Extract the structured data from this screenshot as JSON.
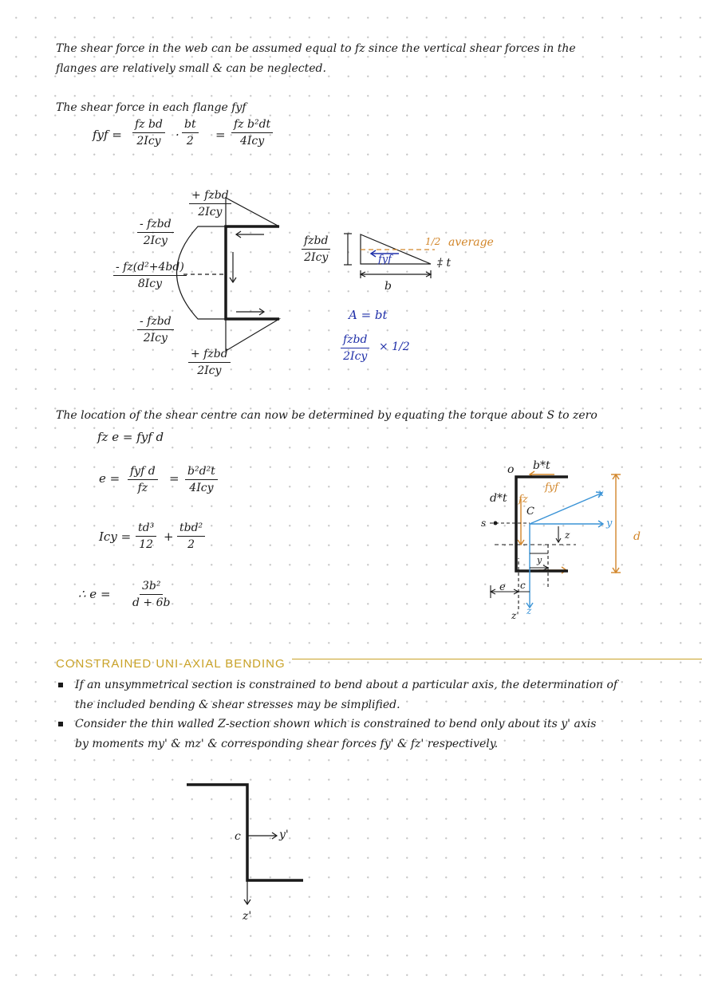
{
  "colors": {
    "ink": "#1a1a1a",
    "blue": "#1f2fa8",
    "orange": "#d2862a",
    "light_blue": "#3a93d6",
    "heading": "#c9a227"
  },
  "intro": {
    "line1": "The shear force in the web can be assumed equal to fz since the vertical shear forces in the",
    "line2": "flanges are relatively small & can be neglected."
  },
  "flange_force": {
    "text": "The shear force in each flange fyf",
    "lhs": "fyf =",
    "f1_num": "fz bd",
    "f1_den": "2Icy",
    "dot": "·",
    "f2_num": "bt",
    "f2_den": "2",
    "eq": "=",
    "f3_num": "fz b²dt",
    "f3_den": "4Icy"
  },
  "shear_diagram": {
    "top_plus_num": "+ fzbd",
    "top_plus_den": "2Icy",
    "top_minus_num": "- fzbd",
    "top_minus_den": "2Icy",
    "mid_num": "- fz(d²+4bd)",
    "mid_den": "8Icy",
    "bot_minus_num": "- fzbd",
    "bot_minus_den": "2Icy",
    "bot_plus_num": "+ fzbd",
    "bot_plus_den": "2Icy"
  },
  "triangle_diagram": {
    "left_num": "fzbd",
    "left_den": "2Icy",
    "half": "1/2",
    "average": "average",
    "fyf": "fyf",
    "t_label": "‡ t",
    "b_label": "b",
    "area": "A = bt",
    "prod_num": "fzbd",
    "prod_den": "2Icy",
    "times_half": "× 1/2"
  },
  "shear_centre": {
    "text": "The location of the shear centre can now be determined by equating the torque about S to zero",
    "eq1": "fz e = fyf d",
    "e_lhs": "e =",
    "e_num": "fyf d",
    "e_den": "fz",
    "e_eq": "=",
    "e2_num": "b²d²t",
    "e2_den": "4Icy",
    "i_lhs": "Icy =",
    "i1_num": "td³",
    "i1_den": "12",
    "plus": "+",
    "i2_num": "tbd²",
    "i2_den": "2",
    "therefore": "∴  e =",
    "res_num": "3b²",
    "res_den": "d + 6b"
  },
  "channel_figure": {
    "o": "o",
    "bt": "b*t",
    "dt": "d*t",
    "fz": "fz",
    "fyf": "fyf",
    "c": "C",
    "x": "x",
    "y_axis": "y",
    "s": "s",
    "z_small": "z",
    "y_small": "y",
    "d": "d",
    "e": "e",
    "c2": "c",
    "z_prime": "z'",
    "z_arrow": "z"
  },
  "section2": {
    "heading": "CONSTRAINED UNI-AXIAL BENDING",
    "b1_line1": "If an unsymmetrical section is constrained to bend about a particular axis, the determination of",
    "b1_line2": "the included bending & shear stresses may be simplified.",
    "b2_line1": "Consider the thin walled Z-section shown which is constrained to bend only about its y' axis",
    "b2_line2": "by moments my' & mz' & corresponding shear forces fy' & fz' respectively."
  },
  "z_section": {
    "c": "c",
    "y_prime": "y'",
    "z_prime": "z'"
  }
}
